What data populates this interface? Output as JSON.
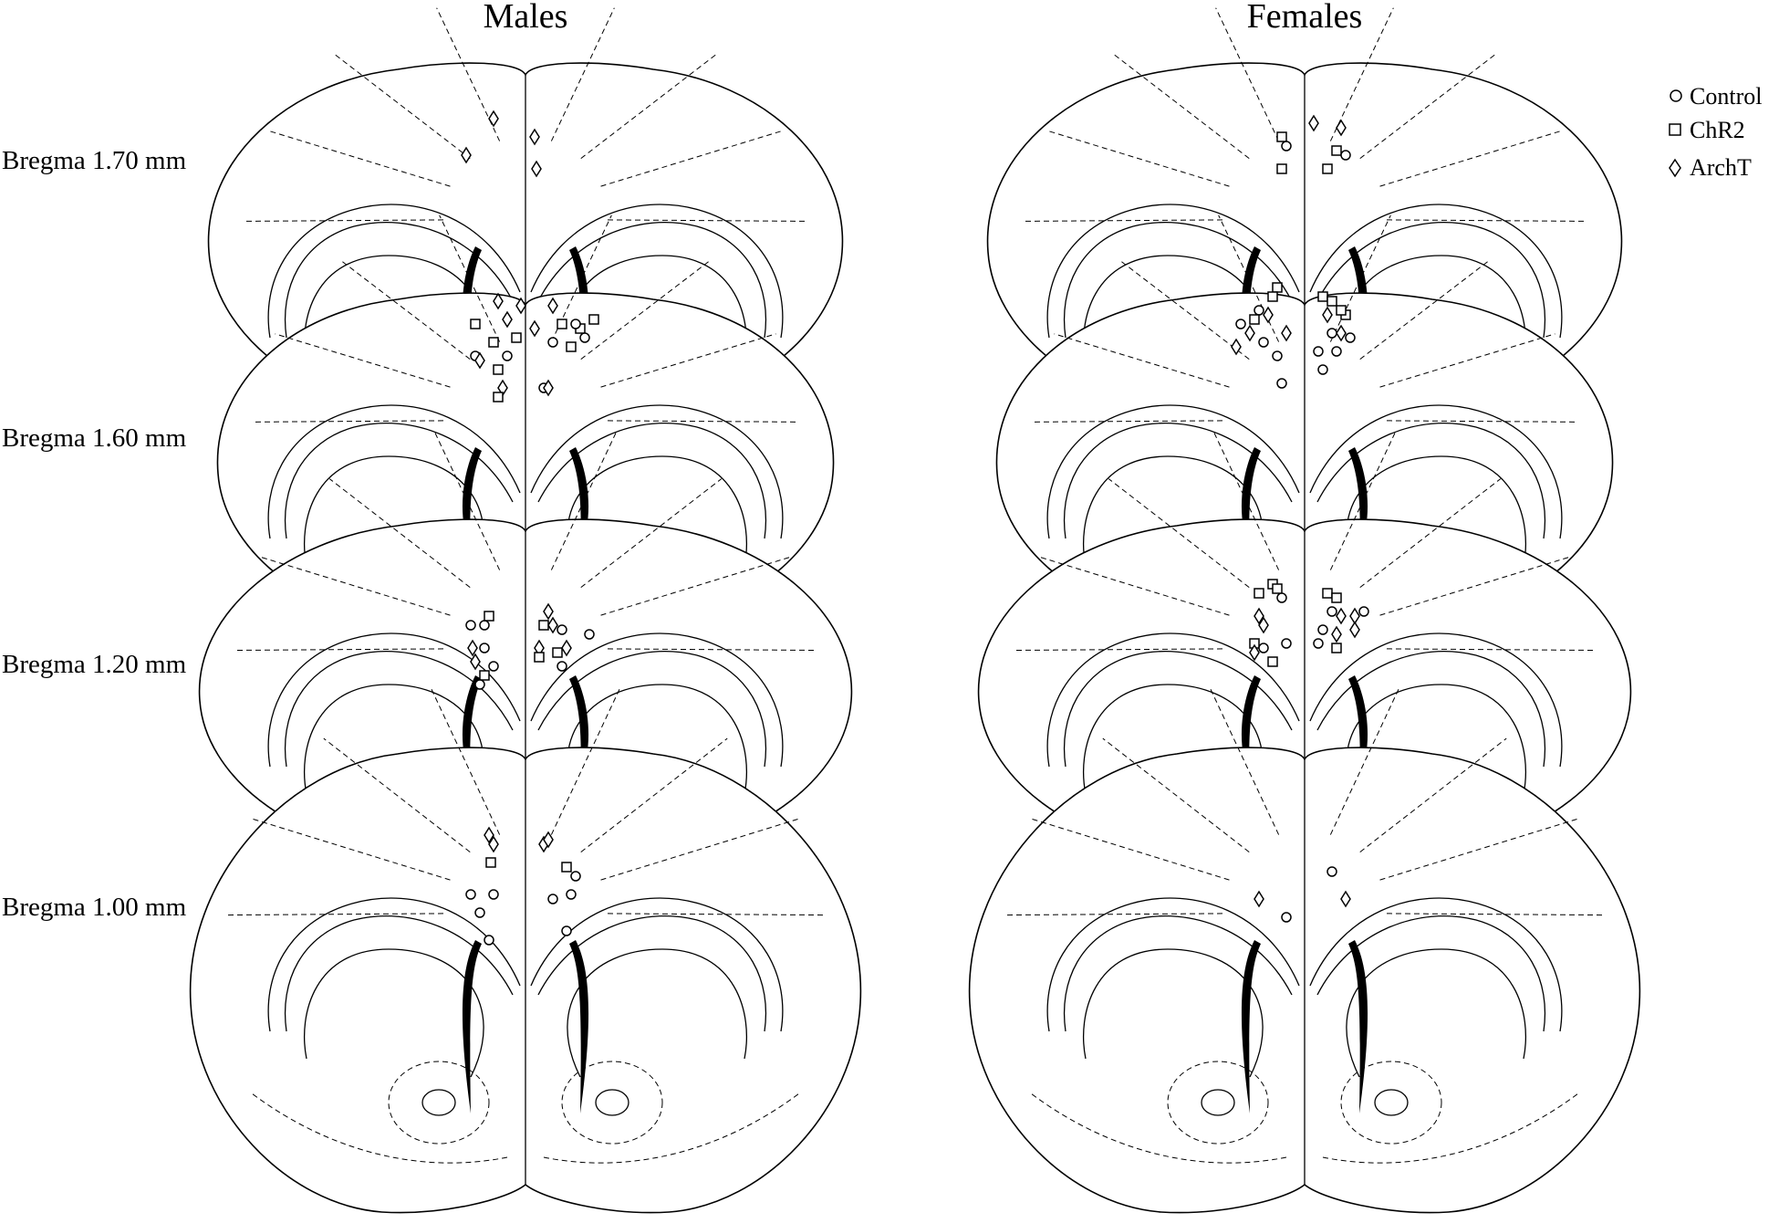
{
  "titles": {
    "left": "Males",
    "right": "Females"
  },
  "rows": [
    {
      "label": "Bregma  1.70 mm"
    },
    {
      "label": "Bregma  1.60 mm"
    },
    {
      "label": "Bregma  1.20 mm"
    },
    {
      "label": "Bregma  1.00 mm"
    }
  ],
  "legend": [
    {
      "marker": "circle",
      "label": "Control"
    },
    {
      "marker": "square",
      "label": "ChR2"
    },
    {
      "marker": "diamond",
      "label": "ArchT"
    }
  ],
  "colors": {
    "ink": "#000000",
    "background": "#ffffff"
  }
}
